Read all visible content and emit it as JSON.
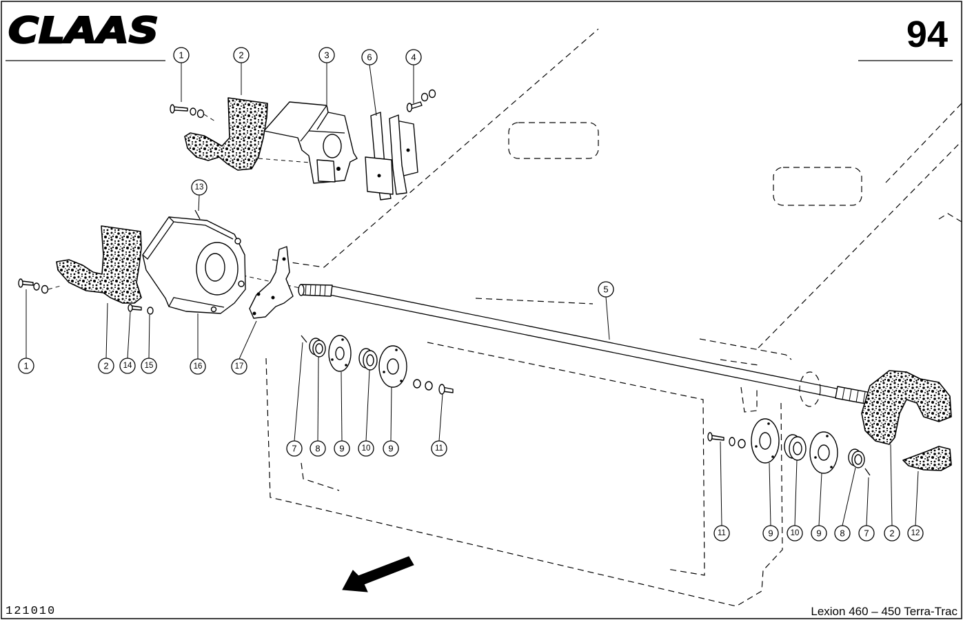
{
  "header": {
    "logo": "CLAAS",
    "page_number": "94"
  },
  "footer": {
    "figure_code": "121010",
    "model": "Lexion 460 – 450 Terra-Trac"
  },
  "callouts": {
    "top": [
      "1",
      "2",
      "3",
      "6",
      "4"
    ],
    "middle_left": [
      "13",
      "1",
      "2",
      "14",
      "15",
      "16",
      "17"
    ],
    "shaft": [
      "5"
    ],
    "center": [
      "7",
      "8",
      "9",
      "10",
      "9",
      "11"
    ],
    "right": [
      "11",
      "9",
      "10",
      "9",
      "8",
      "7",
      "2",
      "12"
    ]
  }
}
